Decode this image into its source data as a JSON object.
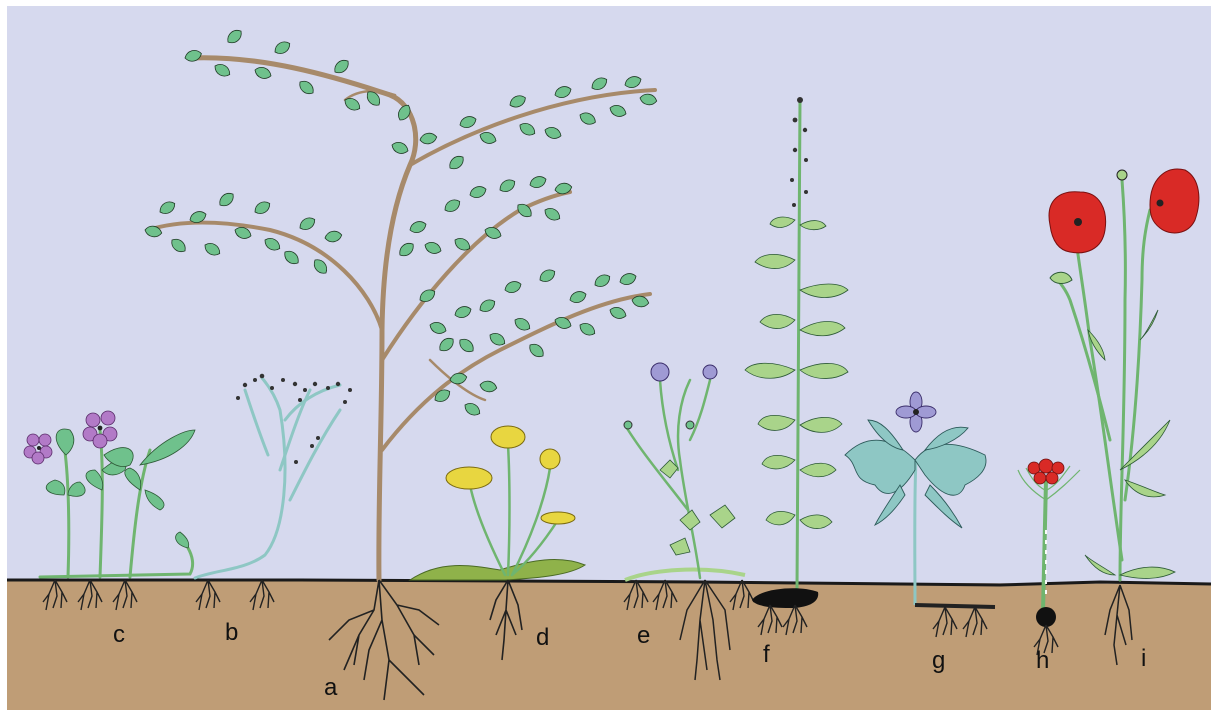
{
  "labels": {
    "a": "a",
    "b": "b",
    "c": "c",
    "d": "d",
    "e": "e",
    "f": "f",
    "g": "g",
    "h": "h",
    "i": "i"
  },
  "colors": {
    "sky": "#d6d9ee",
    "soil": "#bf9d76",
    "ground_line": "#1a1a1a",
    "leaf": "#6fc18c",
    "stem_tree": "#a78a6a",
    "stem_green": "#6fb56f",
    "stem_blue": "#8ec7c4",
    "dandelion": "#e8d640",
    "violet_flower": "#b27ac7",
    "anemone_flower": "#9f9ad4",
    "poppy": "#d92a26",
    "root": "#222222"
  }
}
